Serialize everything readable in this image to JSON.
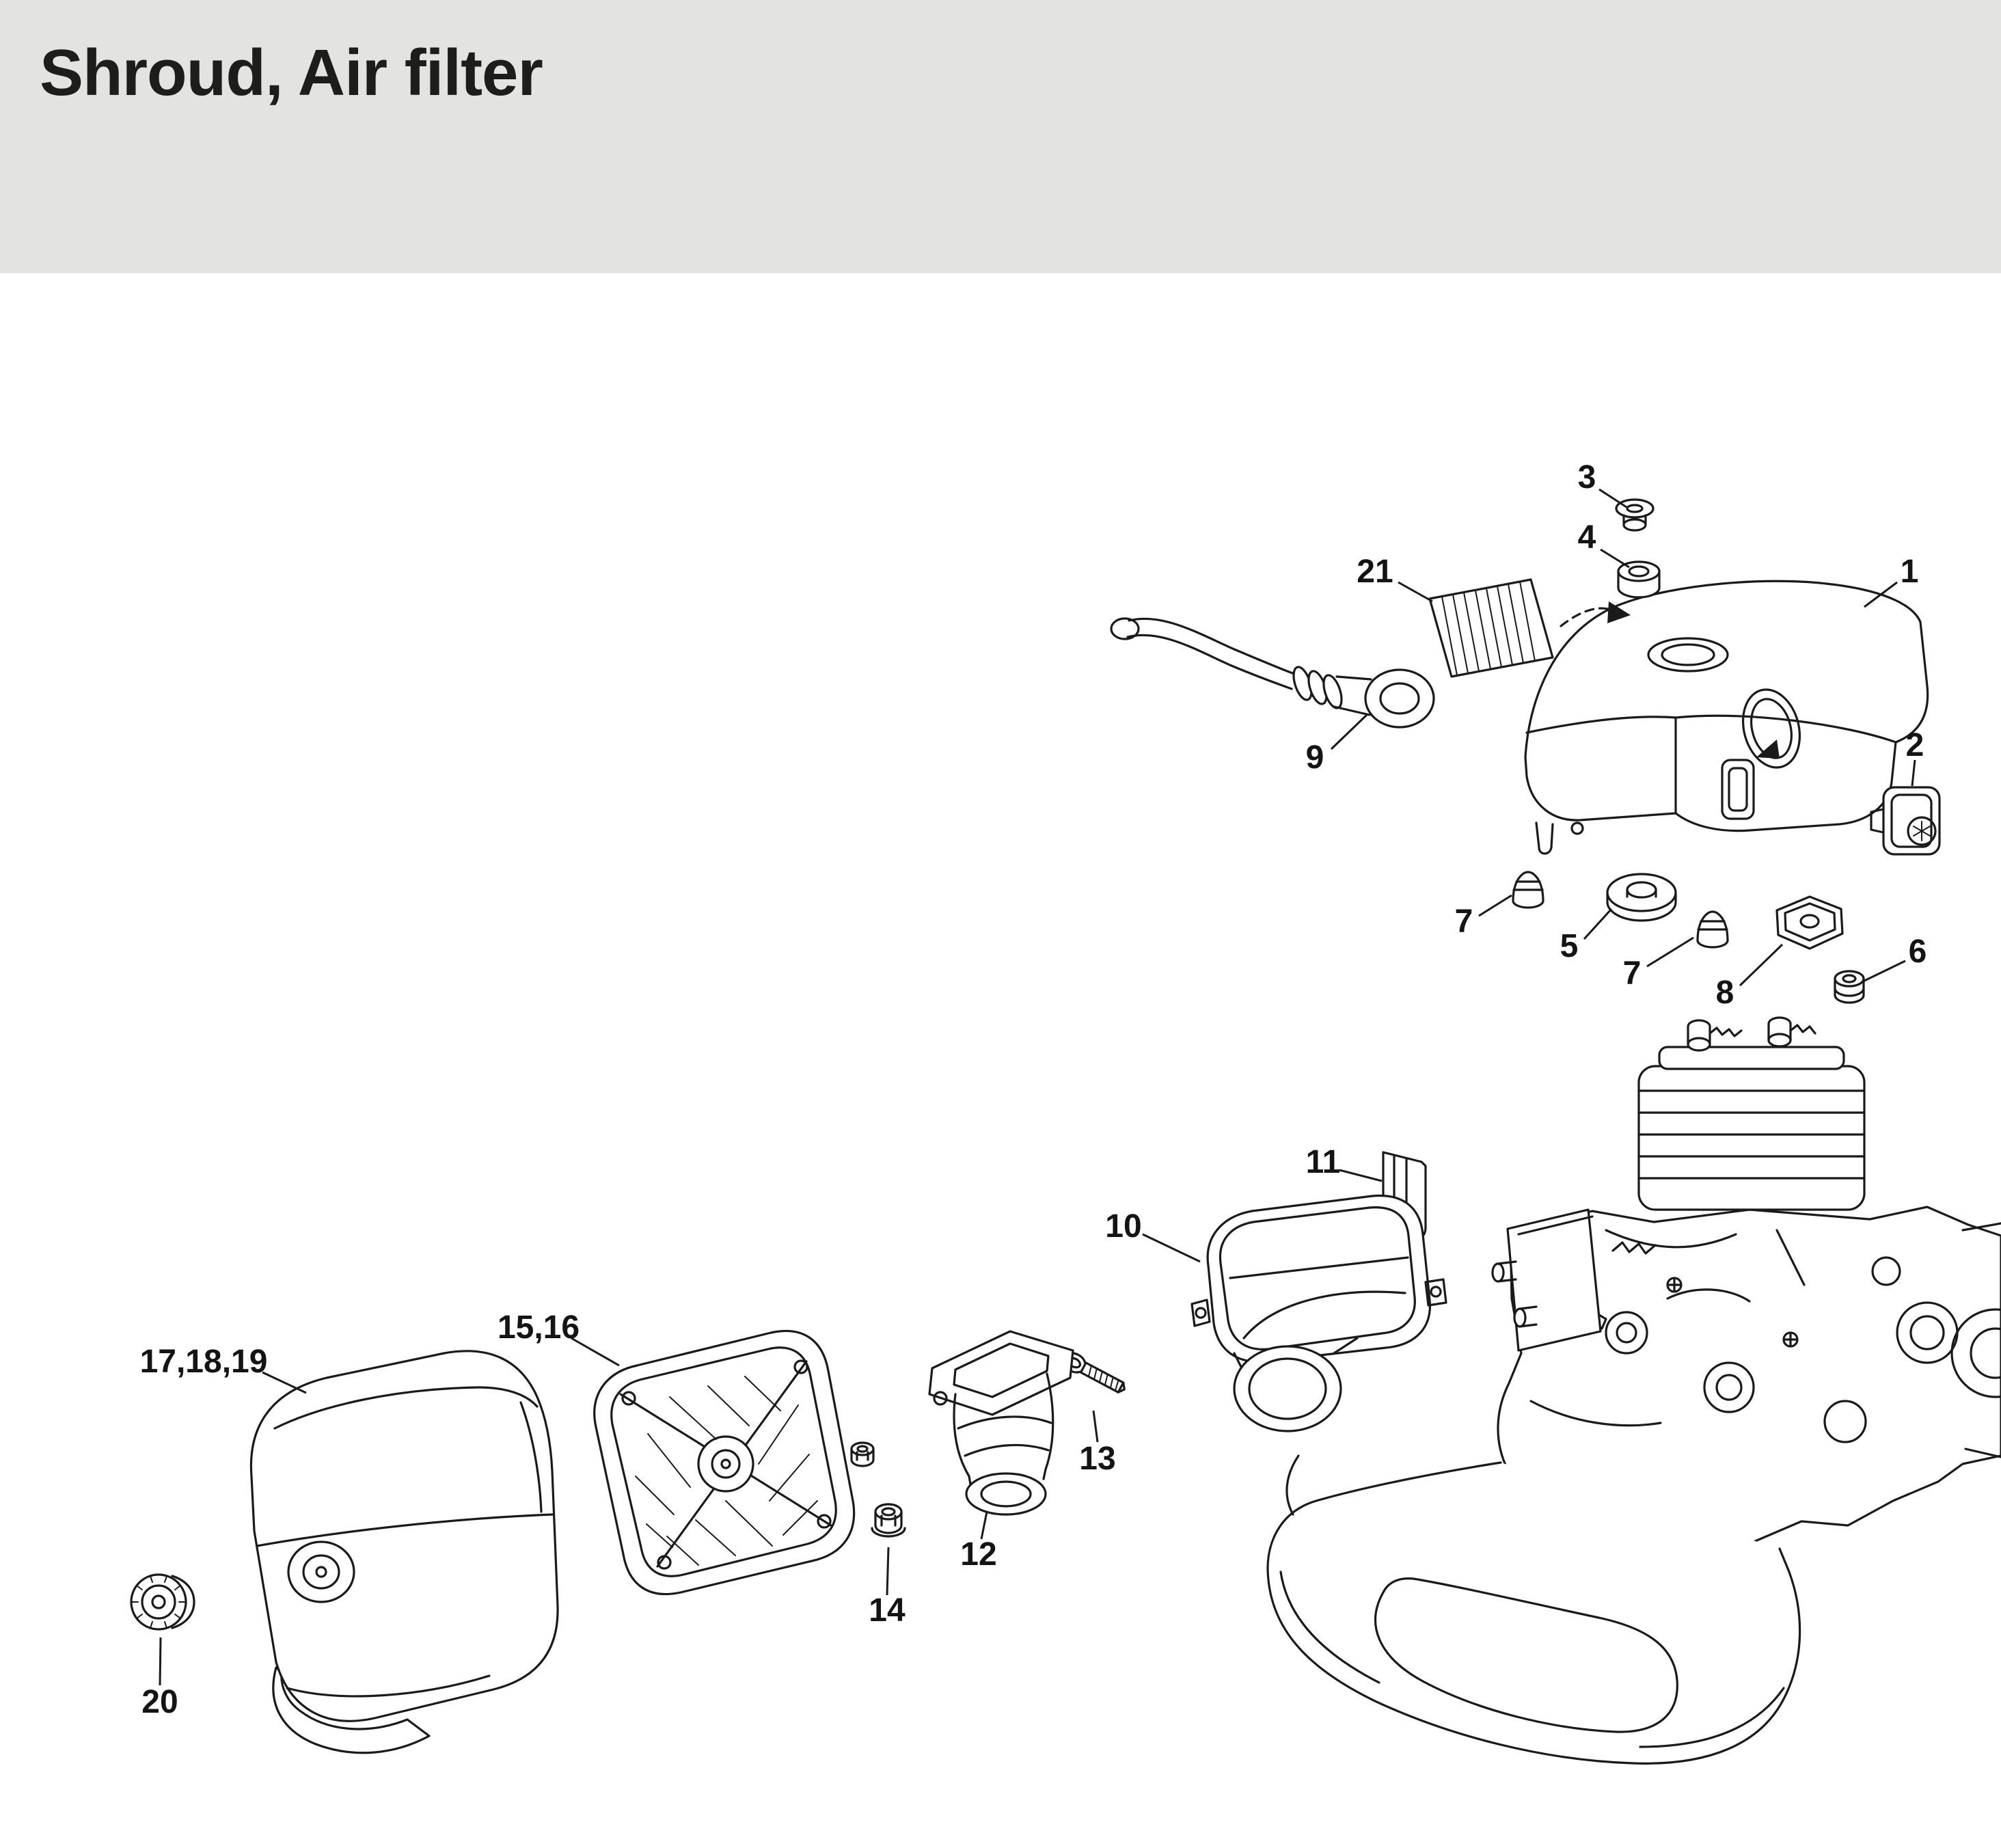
{
  "page": {
    "title": "Shroud, Air filter",
    "header_background": "#e3e3e1",
    "canvas_background": "#ffffff",
    "line_color": "#1a1a1a",
    "label_color": "#141414"
  },
  "callouts": [
    {
      "text": "3"
    },
    {
      "text": "4"
    },
    {
      "text": "21"
    },
    {
      "text": "1"
    },
    {
      "text": "9"
    },
    {
      "text": "2"
    },
    {
      "text": "7"
    },
    {
      "text": "5"
    },
    {
      "text": "7"
    },
    {
      "text": "8"
    },
    {
      "text": "6"
    },
    {
      "text": "11"
    },
    {
      "text": "10"
    },
    {
      "text": "15,16"
    },
    {
      "text": "17,18,19"
    },
    {
      "text": "13"
    },
    {
      "text": "12"
    },
    {
      "text": "14"
    },
    {
      "text": "20"
    }
  ]
}
